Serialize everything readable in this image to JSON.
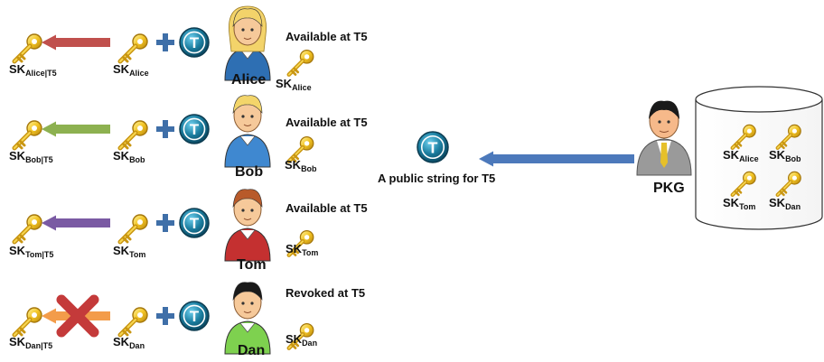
{
  "sk_prefix": "SK",
  "pkg_label": "PKG",
  "public_string_label": "A public string for T5",
  "token_letter": "T",
  "colors": {
    "key_gold": "#e8b820",
    "token_blue": "#1b7ea0",
    "arrow_blue": "#4c79bb",
    "cross_red": "#c43a3a"
  },
  "users": [
    {
      "name": "Alice",
      "status": "Available at T5",
      "sk_sub": "Alice",
      "sk_time_sub": "Alice|T5",
      "arrow_color": "#c0504d",
      "revoked": false,
      "avatar": "alice-avatar"
    },
    {
      "name": "Bob",
      "status": "Available at T5",
      "sk_sub": "Bob",
      "sk_time_sub": "Bob|T5",
      "arrow_color": "#8db150",
      "revoked": false,
      "avatar": "bob-avatar"
    },
    {
      "name": "Tom",
      "status": "Available at T5",
      "sk_sub": "Tom",
      "sk_time_sub": "Tom|T5",
      "arrow_color": "#7a5aa3",
      "revoked": false,
      "avatar": "tom-avatar"
    },
    {
      "name": "Dan",
      "status": "Revoked at T5",
      "sk_sub": "Dan",
      "sk_time_sub": "Dan|T5",
      "arrow_color": "#f39c4a",
      "revoked": true,
      "avatar": "dan-avatar"
    }
  ],
  "pkg_store": [
    "Alice",
    "Bob",
    "Tom",
    "Dan"
  ]
}
